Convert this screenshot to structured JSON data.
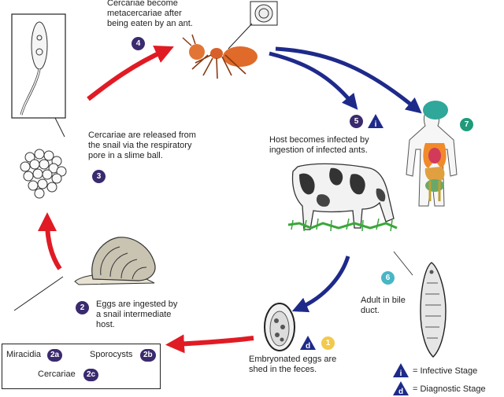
{
  "captions": {
    "step4": "Cercariae become\nmetacercariae after\nbeing eaten by an ant.",
    "step3": "Cercariae are released from\nthe snail via the respiratory\npore in a slime ball.",
    "step5": "Host becomes infected by\ningestion of infected ants.",
    "step2": "Eggs are ingested by\na snail intermediate\nhost.",
    "step6": "Adult in bile\nduct.",
    "step1": "Embryonated eggs are\nshed in the feces."
  },
  "steps": {
    "n1": "1",
    "n2": "2",
    "n3": "3",
    "n4": "4",
    "n5": "5",
    "n6": "6",
    "n7": "7"
  },
  "substages": {
    "miracidia": "Miracidia",
    "miracidia_num": "2a",
    "sporocysts": "Sporocysts",
    "sporocysts_num": "2b",
    "cercariae": "Cercariae",
    "cercariae_num": "2c"
  },
  "legend": {
    "infective_symbol": "i",
    "infective_label": "= Infective Stage",
    "diagnostic_symbol": "d",
    "diagnostic_label": "= Diagnostic Stage"
  },
  "colors": {
    "red_arrow": "#e01b24",
    "blue_arrow": "#1e2a8a",
    "step_purple": "#3a2a6e",
    "step_green": "#1f9a7a",
    "step_teal": "#49b5c5",
    "step_yellow": "#f2c94c"
  }
}
